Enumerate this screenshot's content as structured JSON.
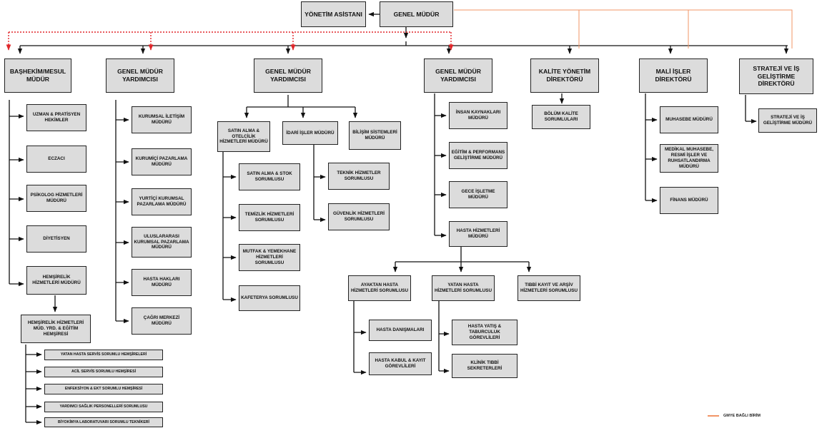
{
  "colors": {
    "box_fill": "#dcdcdc",
    "line": "#111111",
    "gm_line": "#f29466",
    "dotted": "#e0262a"
  },
  "top": {
    "assistant": "YÖNETİM ASİSTANI",
    "gm": "GENEL MÜDÜR"
  },
  "level1": {
    "bashekim": "BAŞHEKİM/MESUL MÜDÜR",
    "gmy1": "GENEL MÜDÜR YARDIMCISI",
    "gmy2": "GENEL MÜDÜR YARDIMCISI",
    "gmy3": "GENEL MÜDÜR YARDIMCISI",
    "kalite": "KALİTE YÖNETİM DİREKTÖRÜ",
    "mali": "MALİ İŞLER DİREKTÖRÜ",
    "strateji": "STRATEJİ VE İŞ GELİŞTİRME DİREKTÖRÜ"
  },
  "bashekim_units": [
    "UZMAN & PRATİSYEN HEKİMLER",
    "ECZACI",
    "PSİKOLOG HİZMETLERİ MÜDÜRÜ",
    "DİYETİSYEN",
    "HEMŞİRELİK HİZMETLERİ MÜDÜRÜ"
  ],
  "nursing": {
    "deputy": "HEMŞİRELİK HİZMETLERİ MÜD. YRD. & EĞİTİM HEMŞİRESİ",
    "items": [
      "YATAN HASTA SERVİS SORUMLU HEMŞİRELERİ",
      "ACİL SERVİS SORUMLU HEMŞİRESİ",
      "ENFEKSİYON & EKT SORUMLU HEMŞİRESİ",
      "YARDIMCI SAĞLIK PERSONELLERİ SORUMLUSU",
      "BİYOKİMYA LABORATUVARI SORUMLU TEKNİKERİ"
    ]
  },
  "gmy1_units": [
    "KURUMSAL İLETİŞİM MÜDÜRÜ",
    "KURUMİÇİ PAZARLAMA MÜDÜRÜ",
    "YURTİÇİ KURUMSAL PAZARLAMA MÜDÜRÜ",
    "ULUSLARARASI KURUMSAL PAZARLAMA MÜDÜRÜ",
    "HASTA HAKLARI MÜDÜRÜ",
    "ÇAĞRI MERKEZİ MÜDÜRÜ"
  ],
  "gmy2": {
    "satin": "SATIN ALMA & OTELCİLİK HİZMETLERİ MÜDÜRÜ",
    "idari": "İDARİ İŞLER MÜDÜRÜ",
    "bilisim": "BİLİŞİM SİSTEMLERİ MÜDÜRÜ",
    "satin_units": [
      "SATIN ALMA & STOK SORUMLUSU",
      "TEMİZLİK HİZMETLERİ SORUMLUSU",
      "MUTFAK & YEMEKHANE HİZMETLERİ SORUMLUSU",
      "KAFETERYA SORUMLUSU"
    ],
    "idari_units": [
      "TEKNİK HİZMETLER SORUMLUSU",
      "GÜVENLİK HİZMETLERİ SORUMLUSU"
    ]
  },
  "gmy3": {
    "units": [
      "İNSAN KAYNAKLARI MÜDÜRÜ",
      "EĞİTİM & PERFORMANS GELİŞTİRME MÜDÜRÜ",
      "GECE İŞLETME MÜDÜRÜ",
      "HASTA HİZMETLERİ MÜDÜRÜ"
    ],
    "ayaktan": "AYAKTAN HASTA HİZMETLERİ SORUMLUSU",
    "yatan": "YATAN HASTA HİZMETLERİ SORUMLUSU",
    "tibbi": "TIBBİ KAYIT VE ARŞİV HİZMETLERİ SORUMLUSU",
    "ayaktan_units": [
      "HASTA DANIŞMALARI",
      "HASTA KABUL & KAYIT GÖREVLİLERİ"
    ],
    "yatan_units": [
      "HASTA YATIŞ & TABURCULUK GÖREVLİLERİ",
      "KLİNİK TIBBİ SEKRETERLERİ"
    ]
  },
  "kalite_units": [
    "BÖLÜM KALİTE SORUMLULARI"
  ],
  "mali_units": [
    "MUHASEBE MÜDÜRÜ",
    "MEDİKAL MUHASEBE, RESMİ İŞLER VE RUHSATLANDIRMA MÜDÜRÜ",
    "FİNANS MÜDÜRÜ"
  ],
  "strateji_units": [
    "STRATEJİ VE İŞ GELİŞTİRME MÜDÜRÜ"
  ],
  "legend": {
    "label": "GMYE BAĞLI BİRİM"
  }
}
